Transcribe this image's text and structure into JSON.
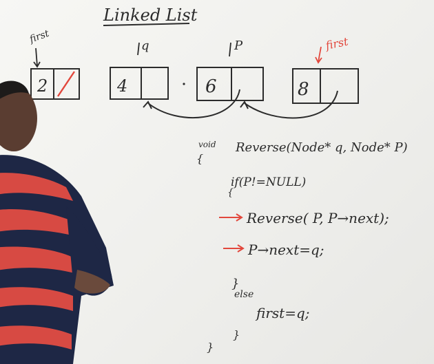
{
  "board": {
    "title": "Linked List",
    "labels": {
      "first_black": "first",
      "q": "q",
      "p": "P",
      "first_red": "first"
    },
    "nodes": [
      {
        "value": "2"
      },
      {
        "value": "4"
      },
      {
        "value": "6"
      },
      {
        "value": "8"
      }
    ],
    "code": {
      "signature": "Reverse(Node* q, Node* P)",
      "signature_keyword": "void",
      "open_brace": "{",
      "if_line": "if(P!=NULL)",
      "if_brace": "{",
      "recursive_call": "Reverse( P, P→next);",
      "assign_line": "P→next=q;",
      "close_brace": "}",
      "else_line": "else",
      "first_assign": "first=q;",
      "inner_close": "}",
      "outer_close": "}"
    }
  },
  "colors": {
    "black_ink": "#2b2b2b",
    "red_ink": "#e2473c",
    "board": "#f5f5f2"
  }
}
